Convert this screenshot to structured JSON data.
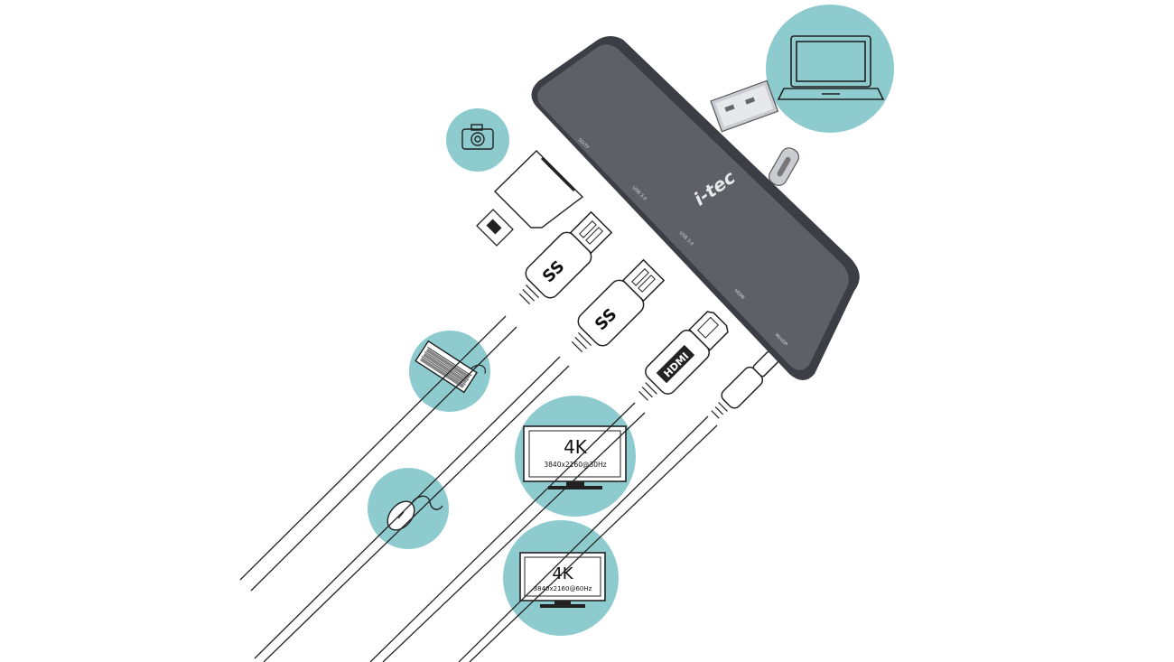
{
  "colors": {
    "circle": "#8ecbcf",
    "hub_body": "#5d6066",
    "hub_edge": "#3b3e44",
    "line": "#222222"
  },
  "hub": {
    "brand": "i-tec",
    "port_labels": [
      "SD/TF",
      "USB 3.0",
      "USB 3.0",
      "HDMI",
      "MiniDP"
    ]
  },
  "monitor_top": {
    "resolution": "4K",
    "detail": "3840x2160@30Hz"
  },
  "monitor_bottom": {
    "resolution": "4K",
    "detail": "3840x2160@60Hz"
  },
  "connectors": {
    "usb_badge": "SS",
    "hdmi_badge": "HDMI"
  },
  "icons": [
    "laptop-icon",
    "camera-icon",
    "sd-card-icon",
    "microsd-card-icon",
    "keyboard-icon",
    "mouse-icon",
    "monitor-icon"
  ]
}
